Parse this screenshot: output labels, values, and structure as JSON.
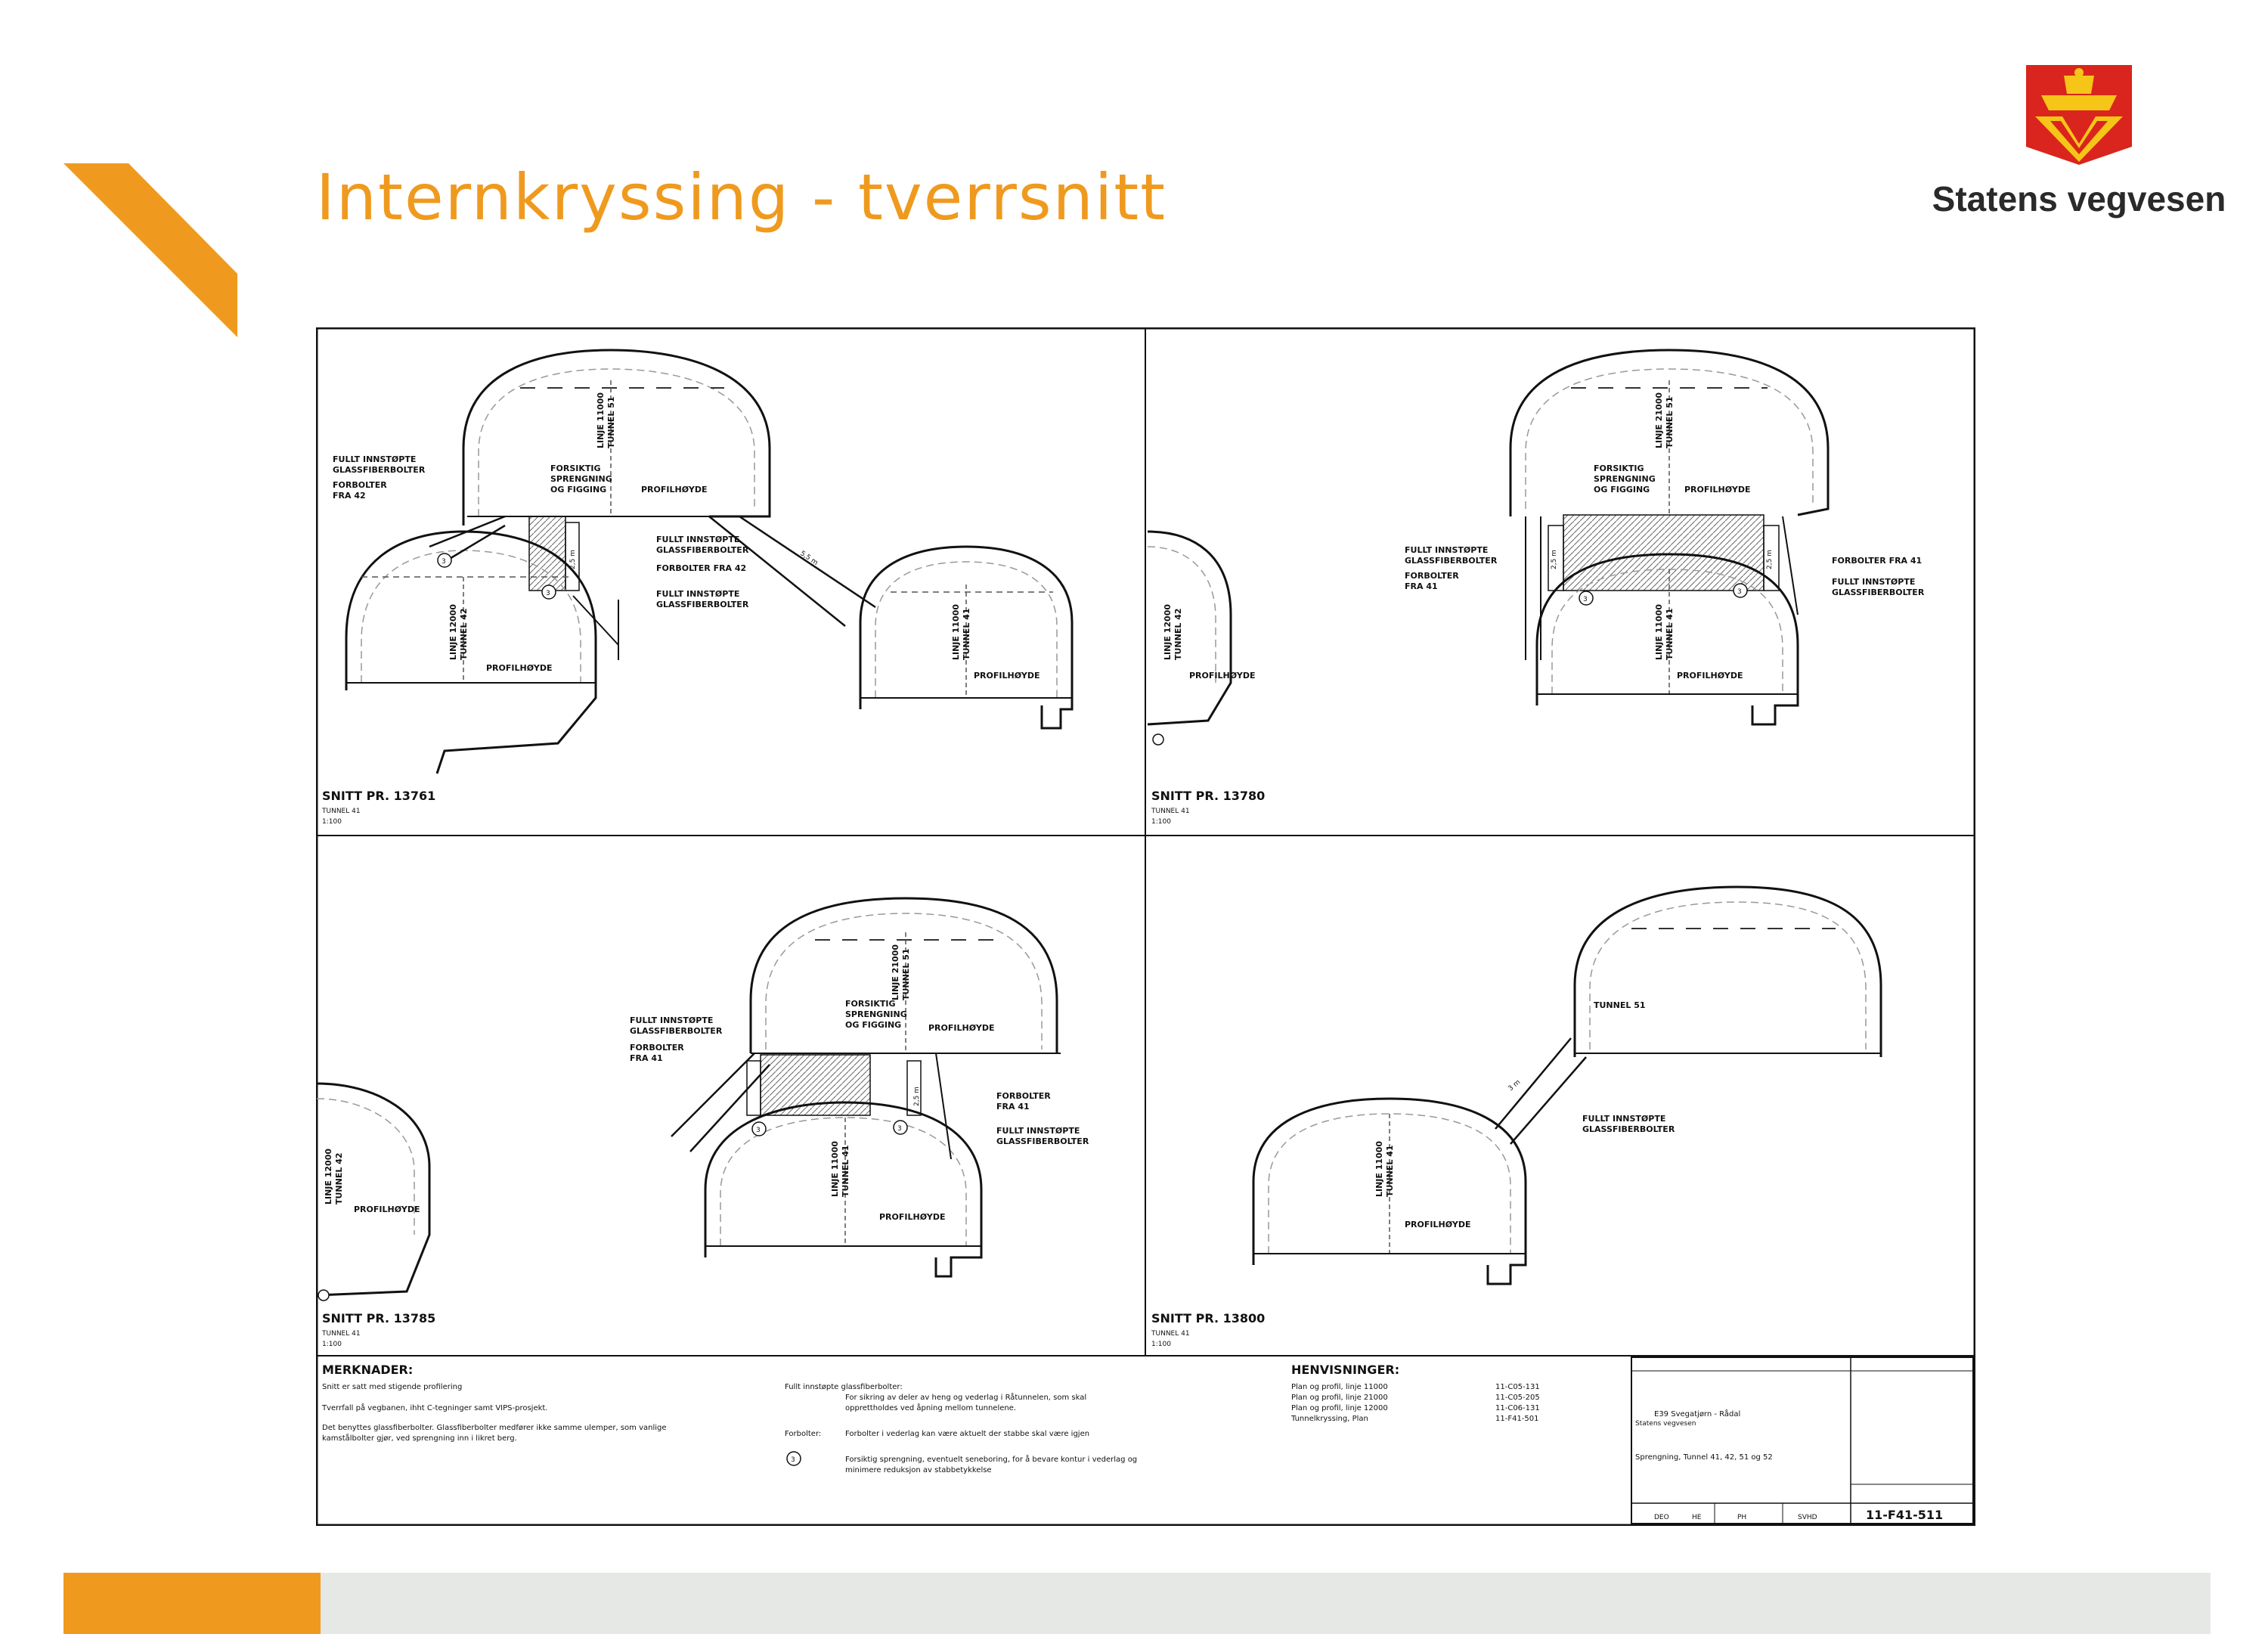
{
  "slide": {
    "title": "Internkryssing - tverrsnitt",
    "brand": "Statens vegvesen",
    "accent_color": "#ef9a1e",
    "footer_bar_color": "#e6e8e6"
  },
  "labels": {
    "fullt_innstopte": "FULLT INNSTØPTE",
    "glassfiberbolter": "GLASSFIBERBOLTER",
    "forbolter_42": "FORBOLTER",
    "fra_42": "FRA 42",
    "forbolter_fra_42": "FORBOLTER FRA 42",
    "forbolter_fra_41": "FORBOLTER FRA 41",
    "forbolter": "FORBOLTER",
    "fra_41": "FRA 41",
    "forsiktig": "FORSIKTIG",
    "sprengning": "SPRENGNING",
    "og_figging": "OG FIGGING",
    "profilhoyde": "PROFILHØYDE",
    "linje_11000": "LINJE 11000",
    "linje_12000": "LINJE 12000",
    "linje_21000": "LINJE 21000",
    "tunnel_41": "TUNNEL 41",
    "tunnel_42": "TUNNEL 42",
    "tunnel_51": "TUNNEL 51",
    "dim_25m": "2,5 m",
    "dim_5m": "5,5 m",
    "dim_3m": "3 m",
    "marker_3": "3"
  },
  "sections": [
    {
      "title": "SNITT PR. 13761",
      "tunnel": "TUNNEL 41",
      "scale": "1:100"
    },
    {
      "title": "SNITT PR. 13780",
      "tunnel": "TUNNEL 41",
      "scale": "1:100"
    },
    {
      "title": "SNITT PR. 13785",
      "tunnel": "TUNNEL 41",
      "scale": "1:100"
    },
    {
      "title": "SNITT PR. 13800",
      "tunnel": "TUNNEL 41",
      "scale": "1:100"
    }
  ],
  "notes": {
    "heading": "MERKNADER:",
    "lines": [
      "Snitt er satt med stigende profilering",
      "Tverrfall på vegbanen, ihht C-tegninger samt VIPS-prosjekt.",
      "Det benyttes glassfiberbolter. Glassfiberbolter medfører ikke samme ulemper, som vanlige",
      "kamstålbolter gjør, ved sprengning inn i likret berg."
    ],
    "legend": [
      {
        "key": "Fullt innstøpte glassfiberbolter:",
        "text": "For sikring av deler av heng og vederlag i Råtunnelen, som skal",
        "text2": "opprettholdes ved åpning mellom tunnelene."
      },
      {
        "key": "Forbolter:",
        "text": "Forbolter i vederlag kan være aktuelt der stabbe skal være igjen",
        "text2": ""
      },
      {
        "key": "",
        "text": "Forsiktig sprengning, eventuelt seneboring, for å bevare kontur i vederlag og",
        "text2": "minimere reduksjon av stabbetykkelse"
      }
    ]
  },
  "references": {
    "heading": "HENVISNINGER:",
    "items": [
      {
        "name": "Plan og profil, linje 11000",
        "code": "11-C05-131"
      },
      {
        "name": "Plan og profil, linje 21000",
        "code": "11-C05-205"
      },
      {
        "name": "Plan og profil, linje 12000",
        "code": "11-C06-131"
      },
      {
        "name": "Tunnelkryssing, Plan",
        "code": "11-F41-501"
      }
    ]
  },
  "title_block": {
    "project": "E39 Svegatjørn - Rådal",
    "subtitle": "Sprengning, Tunnel 41, 42, 51 og 52",
    "client": "Statens vegvesen",
    "drawing_no": "11-F41-511",
    "initials": [
      "DEO",
      "HE",
      "PH",
      "SVHD"
    ]
  }
}
